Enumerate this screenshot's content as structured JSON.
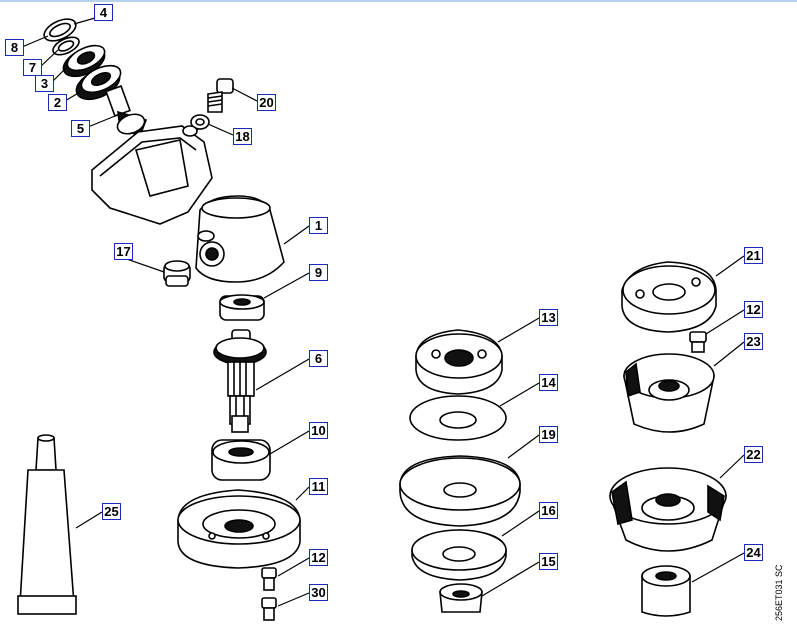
{
  "callouts": [
    "1",
    "2",
    "3",
    "4",
    "5",
    "6",
    "7",
    "8",
    "9",
    "10",
    "11",
    "12",
    "12",
    "13",
    "14",
    "15",
    "16",
    "17",
    "18",
    "19",
    "20",
    "21",
    "22",
    "23",
    "24",
    "25",
    "30"
  ],
  "reference_code": "256ET031 SC",
  "colors": {
    "callout_border": "#1a2bb5",
    "ink": "#000000",
    "background": "#ffffff"
  }
}
